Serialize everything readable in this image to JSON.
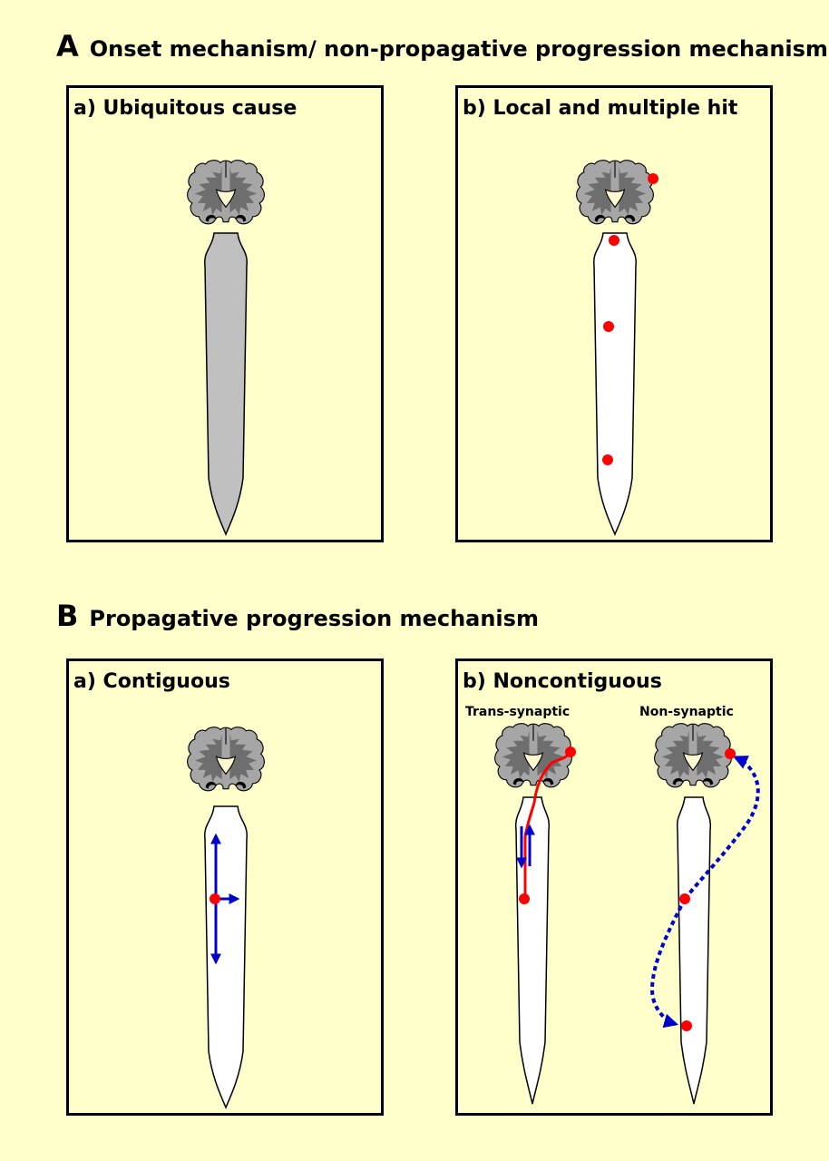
{
  "section_a": {
    "letter": "A",
    "title": "Onset mechanism/ non-propagative progression mechanism",
    "panel_a": {
      "title": "a) Ubiquitous cause"
    },
    "panel_b": {
      "title": "b) Local and multiple hit"
    }
  },
  "section_b": {
    "letter": "B",
    "title": "Propagative progression mechanism",
    "panel_a": {
      "title": "a) Contiguous"
    },
    "panel_b": {
      "title": "b) Noncontiguous",
      "left_label": "Trans-synaptic",
      "right_label": "Non-synaptic"
    }
  },
  "colors": {
    "background": "#ffffcc",
    "affected_tissue": "#c0c0c0",
    "lesion": "#ff0000",
    "spread_arrow": "#0000cc",
    "cortex": "#a6a6a6",
    "white_matter": "#6e6e6e"
  }
}
